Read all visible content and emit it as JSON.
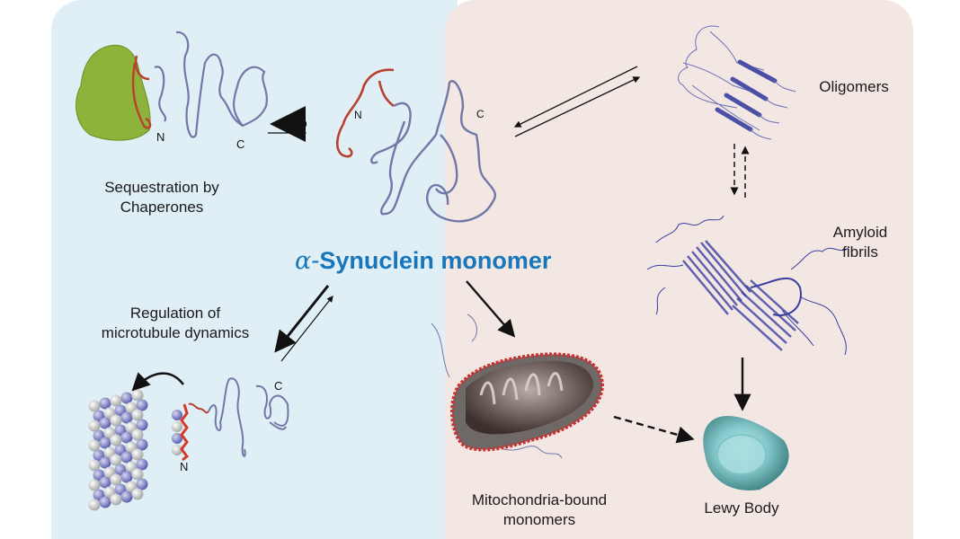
{
  "diagram": {
    "title_prefix": "α-",
    "title_main": "Synuclein monomer",
    "colors": {
      "left_panel": "#dfeff5",
      "right_panel": "#f3e7e3",
      "title": "#1876bb",
      "protein_coil": "#7277a8",
      "n_terminal": "#b8402e",
      "chaperone": "#8db33a",
      "fibril": "#3a3fa0",
      "mitochondria": "#5e5452",
      "lewy_body": "#5fa6a8"
    },
    "nodes": {
      "chaperones": {
        "label_line1": "Sequestration by",
        "label_line2": "Chaperones"
      },
      "microtubule": {
        "label_line1": "Regulation of",
        "label_line2": "microtubule dynamics"
      },
      "oligomers": {
        "label": "Oligomers"
      },
      "fibrils": {
        "label_line1": "Amyloid",
        "label_line2": "fibrils"
      },
      "mitochondria": {
        "label_line1": "Mitochondria-bound",
        "label_line2": "monomers"
      },
      "lewy_body": {
        "label": "Lewy Body"
      }
    },
    "terminal_labels": {
      "n": "N",
      "c": "C"
    },
    "edges": [
      {
        "from": "monomer",
        "to": "chaperones",
        "style": "equilibrium, favored forward"
      },
      {
        "from": "monomer",
        "to": "oligomers",
        "style": "equilibrium"
      },
      {
        "from": "oligomers",
        "to": "fibrils",
        "style": "dashed equilibrium"
      },
      {
        "from": "fibrils",
        "to": "lewy_body",
        "style": "solid"
      },
      {
        "from": "monomer",
        "to": "microtubule",
        "style": "equilibrium, favored forward"
      },
      {
        "from": "monomer",
        "to": "mitochondria",
        "style": "solid"
      },
      {
        "from": "mitochondria",
        "to": "lewy_body",
        "style": "dashed"
      },
      {
        "from": "microtubule-bound monomer",
        "to": "microtubule",
        "style": "curved"
      }
    ]
  }
}
